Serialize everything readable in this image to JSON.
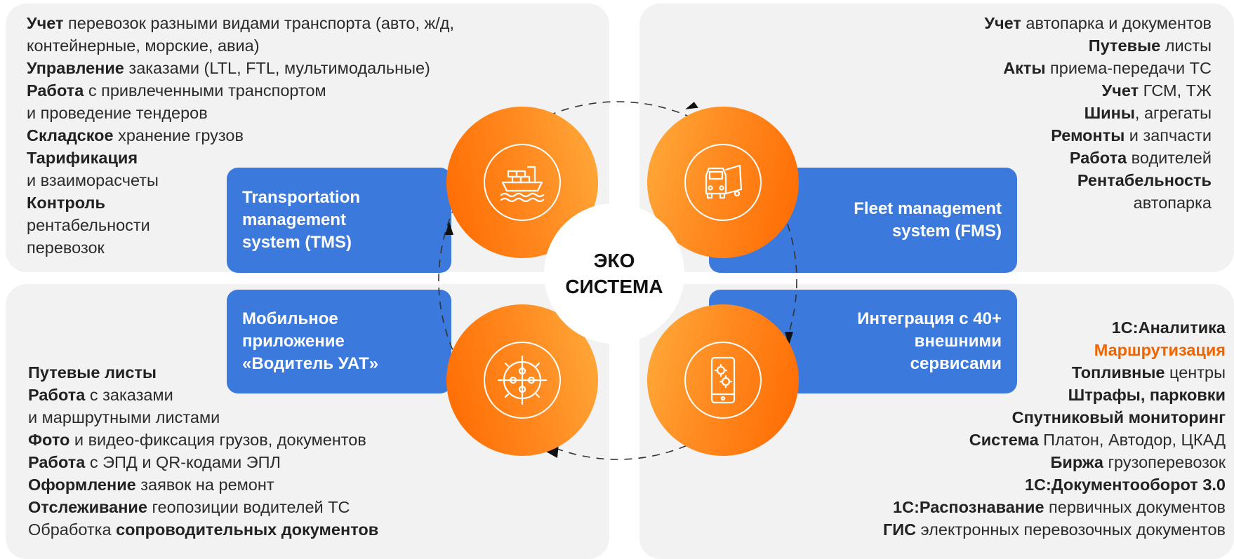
{
  "tms": {
    "title_lines": [
      "Transportation",
      "management",
      "system (TMS)"
    ],
    "features": [
      {
        "b": "Учет",
        "t": " перевозок разными видами транспорта (авто, ж/д,"
      },
      {
        "b": "",
        "t": "контейнерные, морские, авиа)"
      },
      {
        "b": "Управление",
        "t": " заказами (LTL, FTL, мультимодальные)"
      },
      {
        "b": "Работа",
        "t": " с привлеченными транспортом"
      },
      {
        "b": "",
        "t": "и проведение тендеров"
      },
      {
        "b": "Складское",
        "t": " хранение грузов"
      },
      {
        "b": "Тарификация",
        "t": ""
      },
      {
        "b": "",
        "t": "и взаиморасчеты"
      },
      {
        "b": "Контроль",
        "t": ""
      },
      {
        "b": "",
        "t": "рентабельности"
      },
      {
        "b": "",
        "t": "перевозок"
      }
    ]
  },
  "fms": {
    "title_lines": [
      "Fleet management",
      "system (FMS)"
    ],
    "features": [
      {
        "b": "Учет",
        "t": " автопарка и документов"
      },
      {
        "b": "Путевые",
        "t": " листы"
      },
      {
        "b": "Акты",
        "t": " приема-передачи ТС"
      },
      {
        "b": "Учет",
        "t": " ГСМ, ТЖ"
      },
      {
        "b": "Шины",
        "t": ", агрегаты"
      },
      {
        "b": "Ремонты",
        "t": " и запчасти"
      },
      {
        "b": "Работа",
        "t": " водителей"
      },
      {
        "b": "Рентабельность",
        "t": ""
      },
      {
        "b": "",
        "t": "автопарка"
      }
    ]
  },
  "mobile": {
    "title_lines": [
      "Мобильное",
      "приложение",
      "«Водитель УАТ»"
    ],
    "features": [
      {
        "b": "Путевые листы",
        "t": ""
      },
      {
        "b": "Работа",
        "t": " с заказами"
      },
      {
        "b": "",
        "t": "и маршрутными листами"
      },
      {
        "b": "Фото",
        "t": " и видео-фиксация грузов, документов"
      },
      {
        "b": "Работа",
        "t": " с ЭПД и QR-кодами ЭПЛ"
      },
      {
        "b": "Оформление",
        "t": " заявок на ремонт"
      },
      {
        "b": "Отслеживание",
        "t": " геопозиции водителей ТС"
      },
      {
        "b": "",
        "t": "Обработка ",
        "b2": "сопроводительных документов"
      }
    ]
  },
  "integration": {
    "title_lines": [
      "Интеграция с 40+",
      "внешними",
      "сервисами"
    ],
    "features": [
      {
        "b": "1С:Аналитика",
        "t": ""
      },
      {
        "hl": "Маршрутизация"
      },
      {
        "b": "Топливные",
        "t": " центры"
      },
      {
        "b": "Штрафы, парковки",
        "t": ""
      },
      {
        "b": "Спутниковый мониторинг",
        "t": ""
      },
      {
        "b": "Система",
        "t": " Платон, Автодор, ЦКАД"
      },
      {
        "b": "Биржа",
        "t": " грузоперевозок"
      },
      {
        "b": "1С:Документооборот 3.0",
        "t": ""
      },
      {
        "b": "1С:Распознавание",
        "t": " первичных документов"
      },
      {
        "b": "ГИС",
        "t": " электронных перевозочных документов"
      }
    ]
  },
  "center": {
    "line1": "ЭКО",
    "line2": "СИСТЕМА"
  },
  "icons": {
    "tms": "cargo-ship-icon",
    "fms": "truck-icon",
    "mobile": "puzzle-gears-icon",
    "integration": "smartphone-gears-icon"
  },
  "colors": {
    "panel": "#f2f2f2",
    "bar": "#3b79dc",
    "orange": "#ff7a10",
    "highlight": "#f06400"
  }
}
